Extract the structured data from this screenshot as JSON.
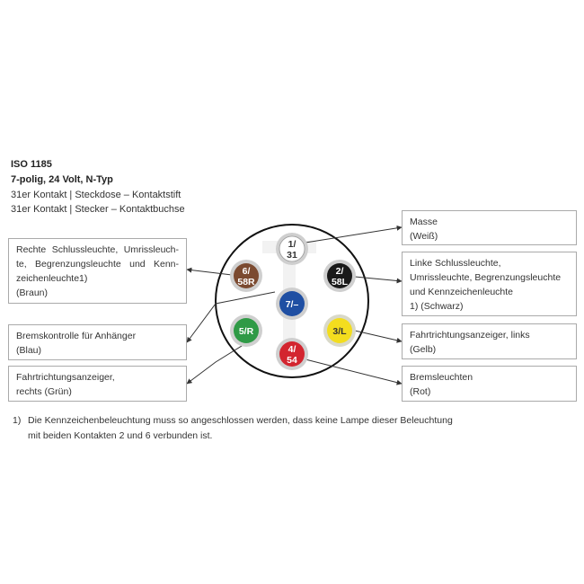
{
  "header": {
    "title": "ISO 1185",
    "subtitle": "7-polig, 24 Volt, N-Typ",
    "line1": "31er Kontakt | Steckdose – Kontaktstift",
    "line2": "31er Kontakt | Stecker – Kontaktbuchse"
  },
  "pins": [
    {
      "id": "1",
      "top": "1/",
      "bottom": "31",
      "color": "#ffffff",
      "ring": "#cfcfcf",
      "text": "#333333"
    },
    {
      "id": "2",
      "top": "2/",
      "bottom": "58L",
      "color": "#1a1a1a",
      "ring": "#cfcfcf",
      "text": "#ffffff"
    },
    {
      "id": "3",
      "top": "3/L",
      "bottom": "",
      "color": "#f3dd1e",
      "ring": "#d9d9c9",
      "text": "#333333"
    },
    {
      "id": "4",
      "top": "4/",
      "bottom": "54",
      "color": "#d3252f",
      "ring": "#cfcfcf",
      "text": "#ffffff"
    },
    {
      "id": "5",
      "top": "5/R",
      "bottom": "",
      "color": "#2f9a46",
      "ring": "#cfcfcf",
      "text": "#ffffff"
    },
    {
      "id": "6",
      "top": "6/",
      "bottom": "58R",
      "color": "#7b4a30",
      "ring": "#cfcfcf",
      "text": "#ffffff"
    },
    {
      "id": "7",
      "top": "7/–",
      "bottom": "",
      "color": "#1f4fa3",
      "ring": "#cfcfcf",
      "text": "#ffffff"
    }
  ],
  "labels": {
    "masse": {
      "line1": "Masse",
      "line2": "(Weiß)"
    },
    "schwarz": {
      "line1": "Linke Schlussleuchte,",
      "line2": "Umrissleuchte, Begrenzungsleuchte",
      "line3": "und Kennzeichenleuchte",
      "line4": "1) (Schwarz)"
    },
    "gelb": {
      "line1": "Fahrtrichtungsanzeiger, links",
      "line2": "(Gelb)"
    },
    "rot": {
      "line1": "Bremsleuchten",
      "line2": "(Rot)"
    },
    "braun": {
      "line1": "Rechte Schlussleuchte, Umrissleuch-",
      "line2": "te, Begrenzungsleuchte und Kenn-",
      "line3": "zeichenleuchte1)",
      "line4": "(Braun)"
    },
    "blau": {
      "line1": "Bremskontrolle für Anhänger",
      "line2": "(Blau)"
    },
    "gruen": {
      "line1": "Fahrtrichtungsanzeiger,",
      "line2": "rechts (Grün)"
    }
  },
  "footnote": {
    "marker": "1)",
    "line1": "Die Kennzeichenbeleuchtung muss so angeschlossen werden, dass keine Lampe dieser Beleuchtung",
    "line2": "mit beiden Kontakten 2 und 6 verbunden ist."
  },
  "colors": {
    "line": "#333333",
    "border": "#aaaaaa",
    "housing": "#ffffff",
    "housing_stroke": "#111111"
  }
}
